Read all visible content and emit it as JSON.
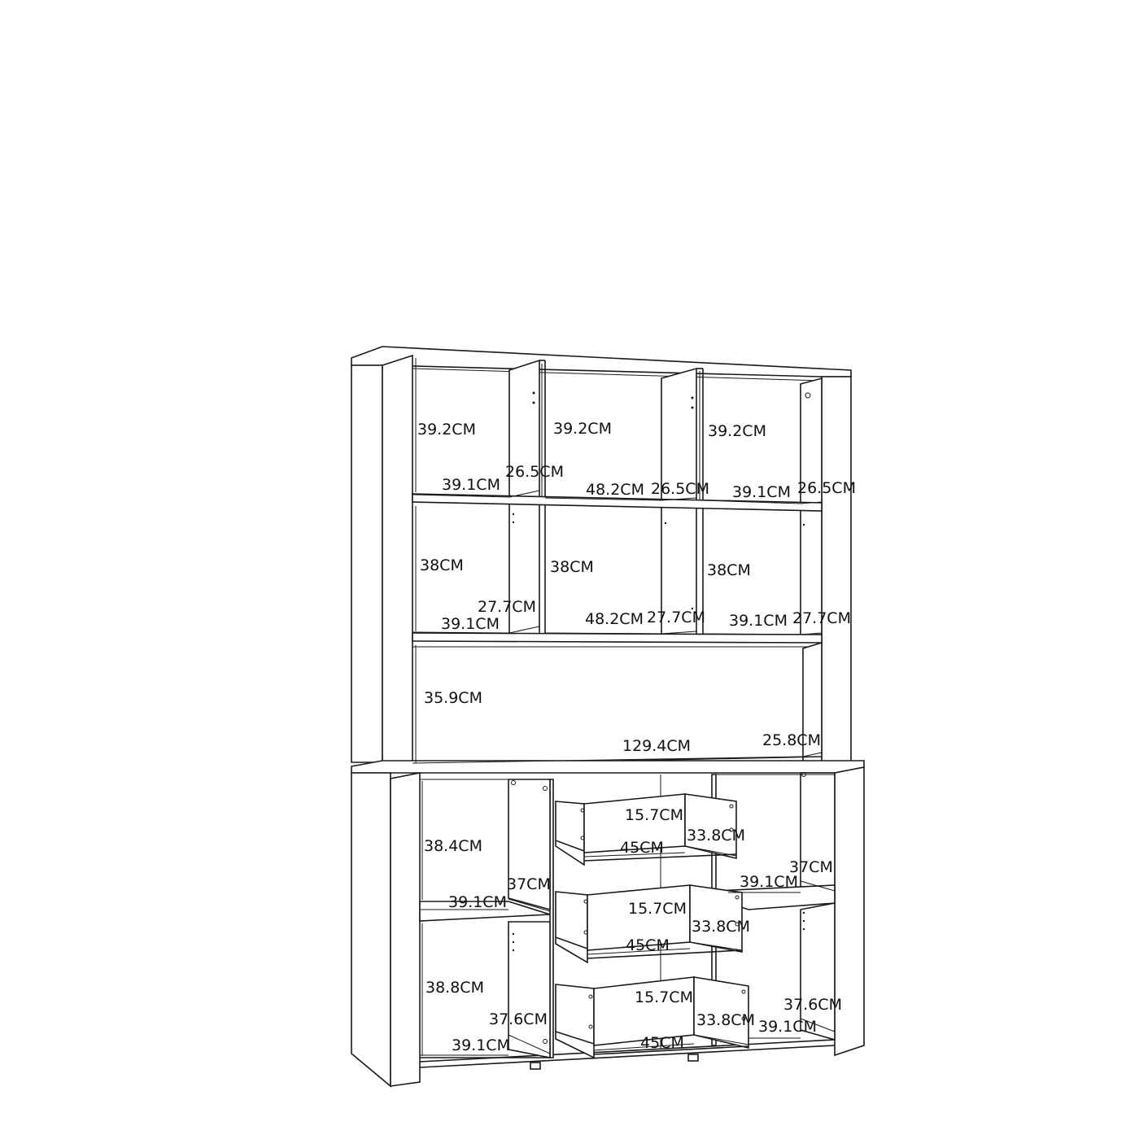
{
  "diagram": {
    "line_color": "#1a1a1a",
    "background": "#ffffff",
    "hutch": {
      "top_row": {
        "heights": [
          "39.2CM",
          "39.2CM",
          "39.2CM"
        ],
        "widths": [
          "39.1CM",
          "48.2CM",
          "39.1CM"
        ],
        "depths": [
          "26.5CM",
          "26.5CM",
          "26.5CM"
        ]
      },
      "middle_row": {
        "heights": [
          "38CM",
          "38CM",
          "38CM"
        ],
        "widths": [
          "39.1CM",
          "48.2CM",
          "39.1CM"
        ],
        "depths": [
          "27.7CM",
          "27.7CM",
          "27.7CM"
        ]
      },
      "open_shelf": {
        "height": "35.9CM",
        "width": "129.4CM",
        "depth": "25.8CM"
      }
    },
    "base": {
      "left_upper": {
        "height": "38.4CM",
        "width": "39.1CM",
        "depth": "37CM"
      },
      "left_lower": {
        "height": "38.8CM",
        "width": "39.1CM",
        "depth": "37.6CM"
      },
      "right_upper": {
        "width": "39.1CM",
        "depth": "37CM"
      },
      "right_lower": {
        "width": "39.1CM",
        "depth": "37.6CM"
      },
      "drawers": [
        {
          "height": "15.7CM",
          "width": "45CM",
          "depth": "33.8CM"
        },
        {
          "height": "15.7CM",
          "width": "45CM",
          "depth": "33.8CM"
        },
        {
          "height": "15.7CM",
          "width": "45CM",
          "depth": "33.8CM"
        }
      ]
    }
  }
}
